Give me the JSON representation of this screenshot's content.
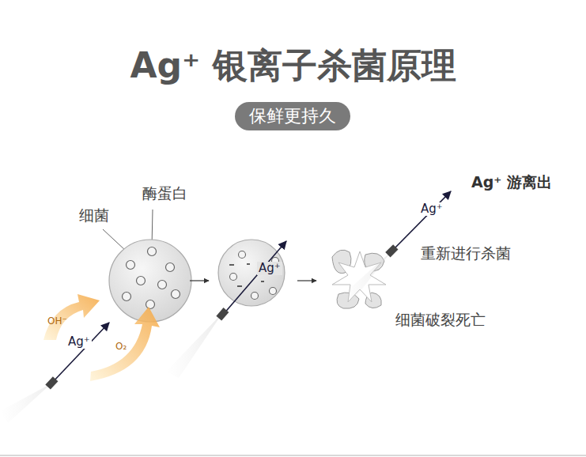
{
  "diagram": {
    "title": "Ag⁺ 银离子杀菌原理",
    "nodes": [
      {
        "text": [
          "保鲜更持久"
        ]
      }
    ],
    "labels": [
      "细菌",
      "酶蛋白",
      "OH⁻",
      "O₂",
      "Ag⁺",
      "Ag⁺",
      "Ag⁺",
      "Ag⁺ 游离出",
      "重新进行杀菌",
      "细菌破裂死亡"
    ]
  }
}
